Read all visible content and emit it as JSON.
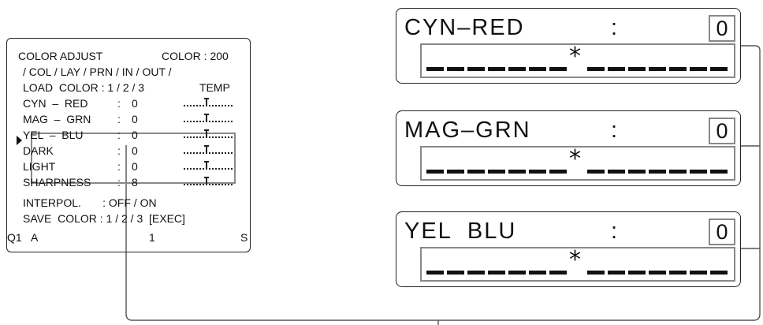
{
  "menu": {
    "title": "COLOR ADJUST",
    "color_label": "COLOR : 200",
    "nav": "/ COL / LAY / PRN / IN / OUT /",
    "load_label": "LOAD  COLOR : 1 / 2 / 3",
    "temp": "TEMP",
    "items": [
      {
        "label": "CYN  –  RED",
        "sep": ":",
        "value": "0"
      },
      {
        "label": "MAG  –  GRN",
        "sep": ":",
        "value": "0"
      },
      {
        "label": "YEL  –  BLU",
        "sep": ":",
        "value": "0"
      },
      {
        "label": "DARK",
        "sep": ":",
        "value": "0"
      },
      {
        "label": "LIGHT",
        "sep": ":",
        "value": "0"
      },
      {
        "label": "SHARPNESS",
        "sep": ":",
        "value": "8"
      }
    ],
    "interpol": "INTERPOL.       : OFF / ON",
    "save": "SAVE  COLOR : 1 / 2 / 3  [EXEC]",
    "status": {
      "q": "Q1",
      "a": "A",
      "n": "1",
      "s": "S"
    }
  },
  "panels": [
    {
      "name": "CYN–RED",
      "colon": ":",
      "value": "0",
      "marker": "*"
    },
    {
      "name": "MAG–GRN",
      "colon": ":",
      "value": "0",
      "marker": "*"
    },
    {
      "name": "YEL  BLU",
      "colon": ":",
      "value": "0",
      "marker": "*"
    }
  ]
}
